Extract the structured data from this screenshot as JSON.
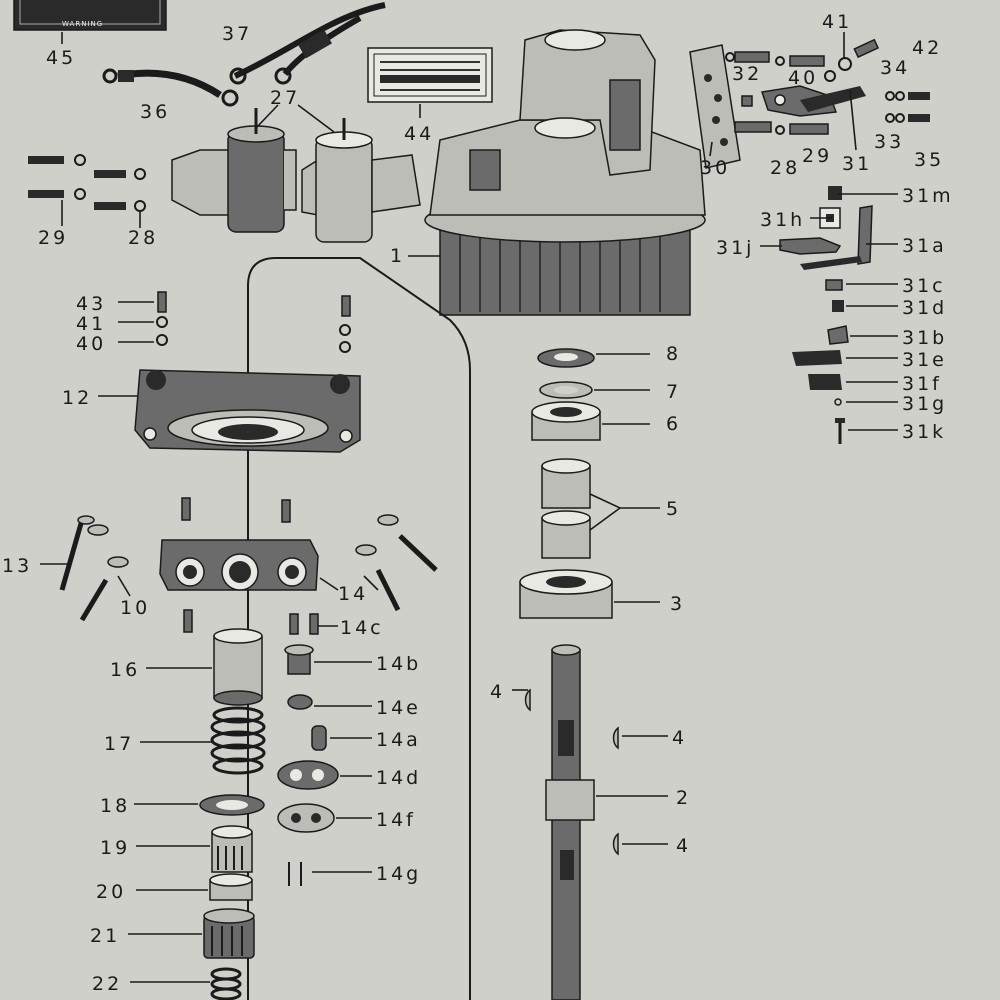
{
  "plate": {
    "text": "WARNING"
  },
  "labels": [
    {
      "id": "l45",
      "text": "45"
    },
    {
      "id": "l37",
      "text": "37"
    },
    {
      "id": "l36",
      "text": "36"
    },
    {
      "id": "l27",
      "text": "27"
    },
    {
      "id": "l44",
      "text": "44"
    },
    {
      "id": "l29",
      "text": "29"
    },
    {
      "id": "l28a",
      "text": "28"
    },
    {
      "id": "l41a",
      "text": "41"
    },
    {
      "id": "l42",
      "text": "42"
    },
    {
      "id": "l32",
      "text": "32"
    },
    {
      "id": "l40a",
      "text": "40"
    },
    {
      "id": "l34",
      "text": "34"
    },
    {
      "id": "l33",
      "text": "33"
    },
    {
      "id": "l35",
      "text": "35"
    },
    {
      "id": "l30",
      "text": "30"
    },
    {
      "id": "l28b",
      "text": "28"
    },
    {
      "id": "l29b",
      "text": "29"
    },
    {
      "id": "l31",
      "text": "31"
    },
    {
      "id": "l31m",
      "text": "31m"
    },
    {
      "id": "l31h",
      "text": "31h"
    },
    {
      "id": "l31j",
      "text": "31j"
    },
    {
      "id": "l31a",
      "text": "31a"
    },
    {
      "id": "l31c",
      "text": "31c"
    },
    {
      "id": "l31d",
      "text": "31d"
    },
    {
      "id": "l31b",
      "text": "31b"
    },
    {
      "id": "l31e",
      "text": "31e"
    },
    {
      "id": "l31f",
      "text": "31f"
    },
    {
      "id": "l31g",
      "text": "31g"
    },
    {
      "id": "l31k",
      "text": "31k"
    },
    {
      "id": "l1",
      "text": "1"
    },
    {
      "id": "l43",
      "text": "43"
    },
    {
      "id": "l41b",
      "text": "41"
    },
    {
      "id": "l40b",
      "text": "40"
    },
    {
      "id": "l12",
      "text": "12"
    },
    {
      "id": "l8",
      "text": "8"
    },
    {
      "id": "l7",
      "text": "7"
    },
    {
      "id": "l6",
      "text": "6"
    },
    {
      "id": "l5",
      "text": "5"
    },
    {
      "id": "l3",
      "text": "3"
    },
    {
      "id": "l13",
      "text": "13"
    },
    {
      "id": "l10",
      "text": "10"
    },
    {
      "id": "l14",
      "text": "14"
    },
    {
      "id": "l14c",
      "text": "14c"
    },
    {
      "id": "l16",
      "text": "16"
    },
    {
      "id": "l14b",
      "text": "14b"
    },
    {
      "id": "l4a",
      "text": "4"
    },
    {
      "id": "l14e",
      "text": "14e"
    },
    {
      "id": "l4b",
      "text": "4"
    },
    {
      "id": "l17",
      "text": "17"
    },
    {
      "id": "l14a",
      "text": "14a"
    },
    {
      "id": "l14d",
      "text": "14d"
    },
    {
      "id": "l2",
      "text": "2"
    },
    {
      "id": "l18",
      "text": "18"
    },
    {
      "id": "l14f",
      "text": "14f"
    },
    {
      "id": "l4c",
      "text": "4"
    },
    {
      "id": "l19",
      "text": "19"
    },
    {
      "id": "l14g",
      "text": "14g"
    },
    {
      "id": "l20",
      "text": "20"
    },
    {
      "id": "l21",
      "text": "21"
    },
    {
      "id": "l22",
      "text": "22"
    }
  ]
}
